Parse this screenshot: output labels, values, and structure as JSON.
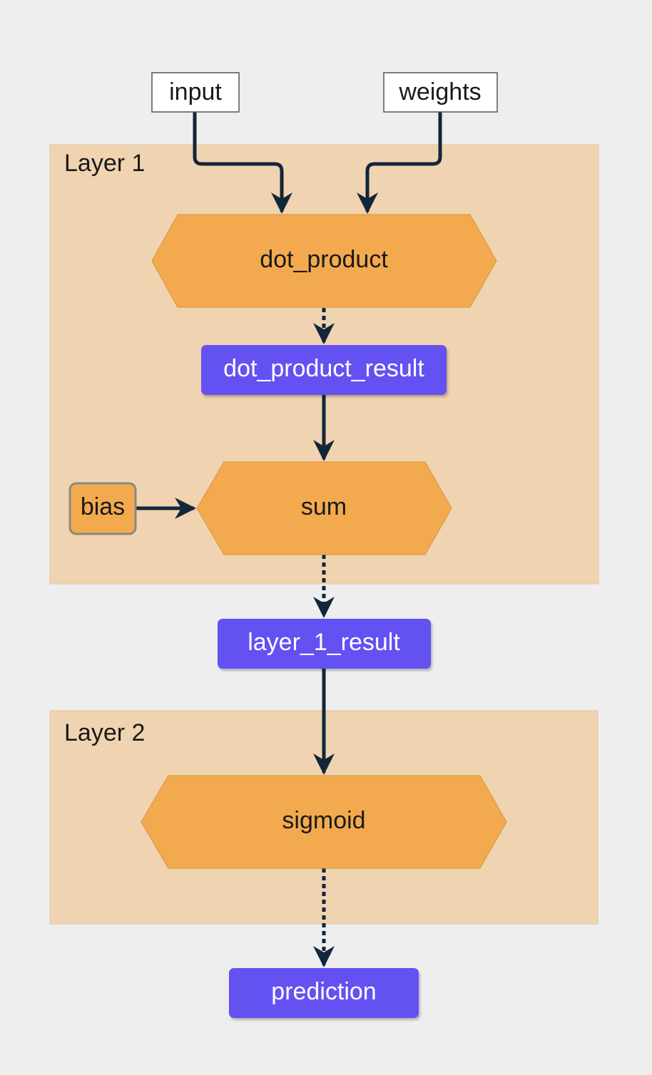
{
  "diagram": {
    "colors": {
      "background": "#eeeeee",
      "layer_fill": "#f0d3b0",
      "layer_stroke": "#e0c4a0",
      "operation_fill": "#f3aa4e",
      "operation_stroke": "#d8923c",
      "result_fill": "#6351f2",
      "edge": "#12263a",
      "input_fill": "#ffffff"
    },
    "groups": {
      "layer1": {
        "label": "Layer 1"
      },
      "layer2": {
        "label": "Layer 2"
      }
    },
    "nodes": {
      "input": {
        "label": "input",
        "kind": "input"
      },
      "weights": {
        "label": "weights",
        "kind": "input"
      },
      "dot_product": {
        "label": "dot_product",
        "kind": "operation"
      },
      "dot_product_result": {
        "label": "dot_product_result",
        "kind": "result"
      },
      "bias": {
        "label": "bias",
        "kind": "parameter"
      },
      "sum": {
        "label": "sum",
        "kind": "operation"
      },
      "layer_1_result": {
        "label": "layer_1_result",
        "kind": "result"
      },
      "sigmoid": {
        "label": "sigmoid",
        "kind": "operation"
      },
      "prediction": {
        "label": "prediction",
        "kind": "result"
      }
    },
    "edges": [
      {
        "from": "input",
        "to": "dot_product",
        "style": "solid"
      },
      {
        "from": "weights",
        "to": "dot_product",
        "style": "solid"
      },
      {
        "from": "dot_product",
        "to": "dot_product_result",
        "style": "dotted"
      },
      {
        "from": "dot_product_result",
        "to": "sum",
        "style": "solid"
      },
      {
        "from": "bias",
        "to": "sum",
        "style": "solid"
      },
      {
        "from": "sum",
        "to": "layer_1_result",
        "style": "dotted"
      },
      {
        "from": "layer_1_result",
        "to": "sigmoid",
        "style": "solid"
      },
      {
        "from": "sigmoid",
        "to": "prediction",
        "style": "dotted"
      }
    ]
  }
}
